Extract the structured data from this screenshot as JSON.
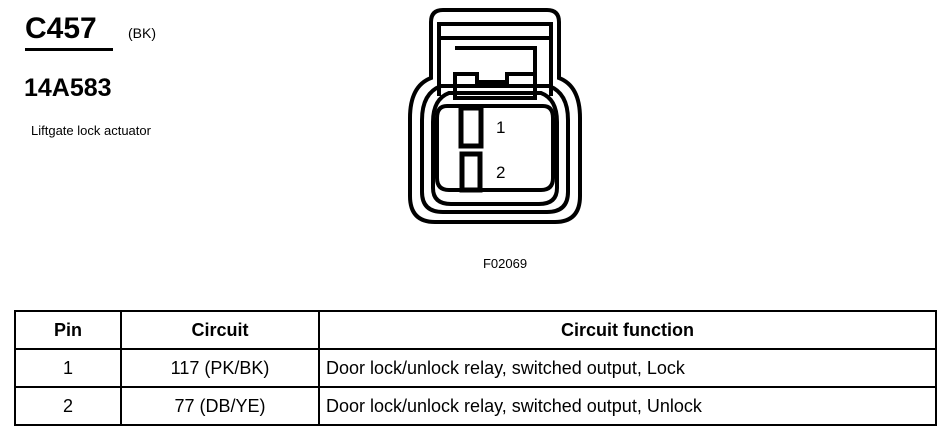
{
  "identification": {
    "connector_code": "C457",
    "color_code": "(BK)",
    "part_number": "14A583",
    "description": "Liftgate lock actuator"
  },
  "figure": {
    "code": "F02069",
    "pin_labels": [
      "1",
      "2"
    ]
  },
  "table": {
    "headers": {
      "pin": "Pin",
      "circuit": "Circuit",
      "function": "Circuit function"
    },
    "rows": [
      {
        "pin": "1",
        "circuit": "117 (PK/BK)",
        "function": "Door lock/unlock relay, switched output, Lock"
      },
      {
        "pin": "2",
        "circuit": "77 (DB/YE)",
        "function": "Door lock/unlock relay, switched output, Unlock"
      }
    ]
  },
  "colors": {
    "line": "#000000",
    "background": "#ffffff"
  }
}
